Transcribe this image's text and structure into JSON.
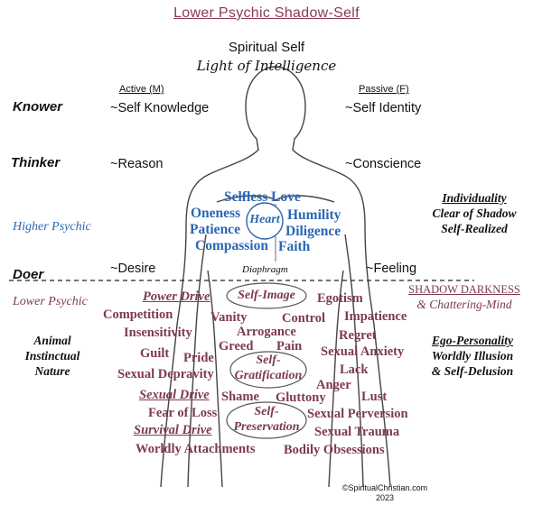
{
  "title": "Lower Psychic Shadow-Self",
  "header": {
    "line1": "Spiritual Self",
    "line2": "Light of Intelligence"
  },
  "columns": {
    "active": "Active (M)",
    "passive": "Passive (F)"
  },
  "levels": {
    "knower": "Knower",
    "thinker": "Thinker",
    "doer": "Doer",
    "higher_psychic": "Higher Psychic",
    "lower_psychic": "Lower Psychic"
  },
  "rows": {
    "self_knowledge": "~Self Knowledge",
    "self_identity": "~Self Identity",
    "reason": "~Reason",
    "conscience": "~Conscience",
    "desire": "~Desire",
    "feeling": "~Feeling"
  },
  "heart": {
    "label": "Heart",
    "virtues": [
      "Selfless Love",
      "Oneness",
      "Patience",
      "Compassion",
      "Humility",
      "Diligence",
      "Faith"
    ]
  },
  "diaphragm": "Diaphragm",
  "right_panel": {
    "individuality": "Individuality",
    "clear": "Clear of Shadow",
    "realized": "Self-Realized",
    "shadow": "SHADOW DARKNESS",
    "chattering": "& Chattering-Mind",
    "ego": "Ego-Personality",
    "illusion": "Worldly Illusion",
    "delusion": "& Self-Delusion"
  },
  "left_panel": {
    "animal": "Animal",
    "instinctual": "Instinctual",
    "nature": "Nature"
  },
  "drives": {
    "power": "Power Drive",
    "sexual": "Sexual Drive",
    "survival": "Survival Drive"
  },
  "ovals": {
    "self_image": "Self-Image",
    "self_grat_1": "Self-",
    "self_grat_2": "Gratification",
    "self_pres_1": "Self-",
    "self_pres_2": "Preservation"
  },
  "vices": {
    "competition": "Competition",
    "insensitivity": "Insensitivity",
    "guilt": "Guilt",
    "pride": "Pride",
    "sexual_depravity": "Sexual Depravity",
    "vanity": "Vanity",
    "control": "Control",
    "arrogance": "Arrogance",
    "greed": "Greed",
    "pain": "Pain",
    "egotism": "Egotism",
    "impatience": "Impatience",
    "regret": "Regret",
    "sexual_anxiety": "Sexual Anxiety",
    "lack": "Lack",
    "anger": "Anger",
    "lust": "Lust",
    "shame": "Shame",
    "gluttony": "Gluttony",
    "fear_of_loss": "Fear of Loss",
    "sexual_perversion": "Sexual Perversion",
    "sexual_trauma": "Sexual Trauma",
    "worldly_attachments": "Worldly Attachments",
    "bodily_obsessions": "Bodily Obsessions"
  },
  "copyright": {
    "line1": "©SpiritualChristian.com",
    "line2": "2023"
  }
}
